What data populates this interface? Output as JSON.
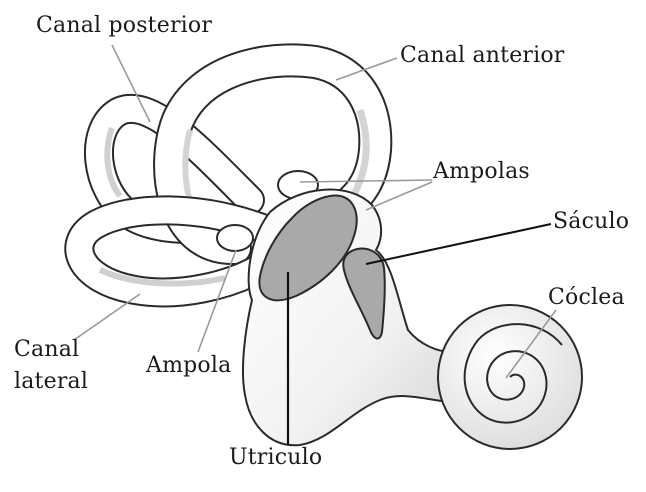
{
  "labels": {
    "canal_posterior": "Canal posterior",
    "canal_anterior": "Canal anterior",
    "ampolas": "Ampolas",
    "saculo": "Sáculo",
    "coclea": "Cóclea",
    "canal_lateral_line1": "Canal",
    "canal_lateral_line2": "lateral",
    "ampola": "Ampola",
    "utriculo": "Utriculo"
  },
  "colors": {
    "outline": "#2a2a2a",
    "tube_fill": "#ffffff",
    "shade": "#dcdcdc",
    "utricle_saccule_fill": "#a9a9a9",
    "leader_line": "#9a9a9a",
    "leader_dark": "#111111"
  }
}
